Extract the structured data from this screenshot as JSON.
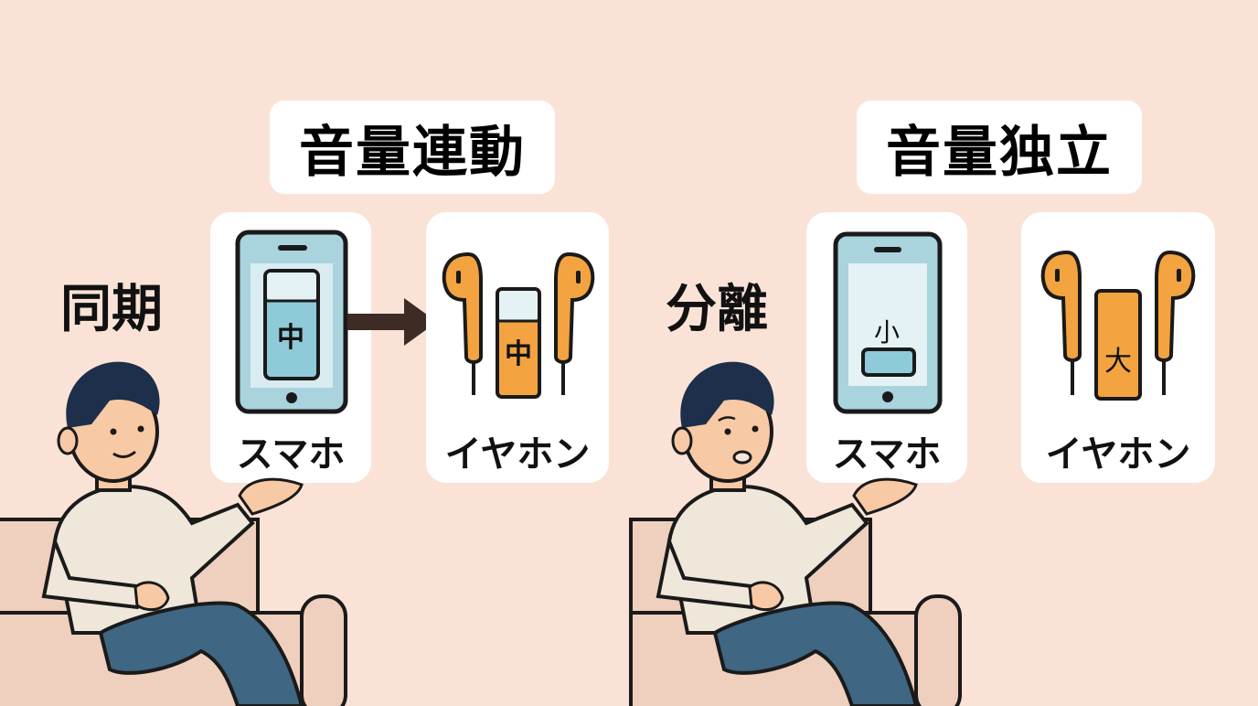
{
  "colors": {
    "background": "#fae3d6",
    "card": "#ffffff",
    "phone_body": "#a9d3dd",
    "phone_screen": "#e4f2f5",
    "phone_level": "#8fcad8",
    "earphone": "#f3a33f",
    "outline": "#1a1a1a",
    "arrow": "#3d2b26",
    "hair": "#1d2f4a",
    "skin": "#f8c9a5",
    "sweater": "#efe7da",
    "jeans": "#3f6682",
    "sofa": "#efcfbd"
  },
  "left_panel": {
    "title": "音量連動",
    "side_label": "同期",
    "phone": {
      "label": "スマホ",
      "volume_level": "中",
      "icon": "smartphone-icon"
    },
    "arrow": {
      "icon": "arrow-right-icon",
      "direction": "phone-to-earphone"
    },
    "earphone": {
      "label": "イヤホン",
      "volume_level": "中",
      "icon": "earphones-icon"
    },
    "person": {
      "expression": "smiling",
      "pose": "sitting on sofa, gesturing toward phone"
    }
  },
  "right_panel": {
    "title": "音量独立",
    "side_label": "分離",
    "phone": {
      "label": "スマホ",
      "volume_level": "小",
      "icon": "smartphone-icon"
    },
    "earphone": {
      "label": "イヤホン",
      "volume_level": "大",
      "icon": "earphones-icon"
    },
    "person": {
      "expression": "puzzled",
      "pose": "sitting on sofa, gesturing toward phone"
    }
  }
}
